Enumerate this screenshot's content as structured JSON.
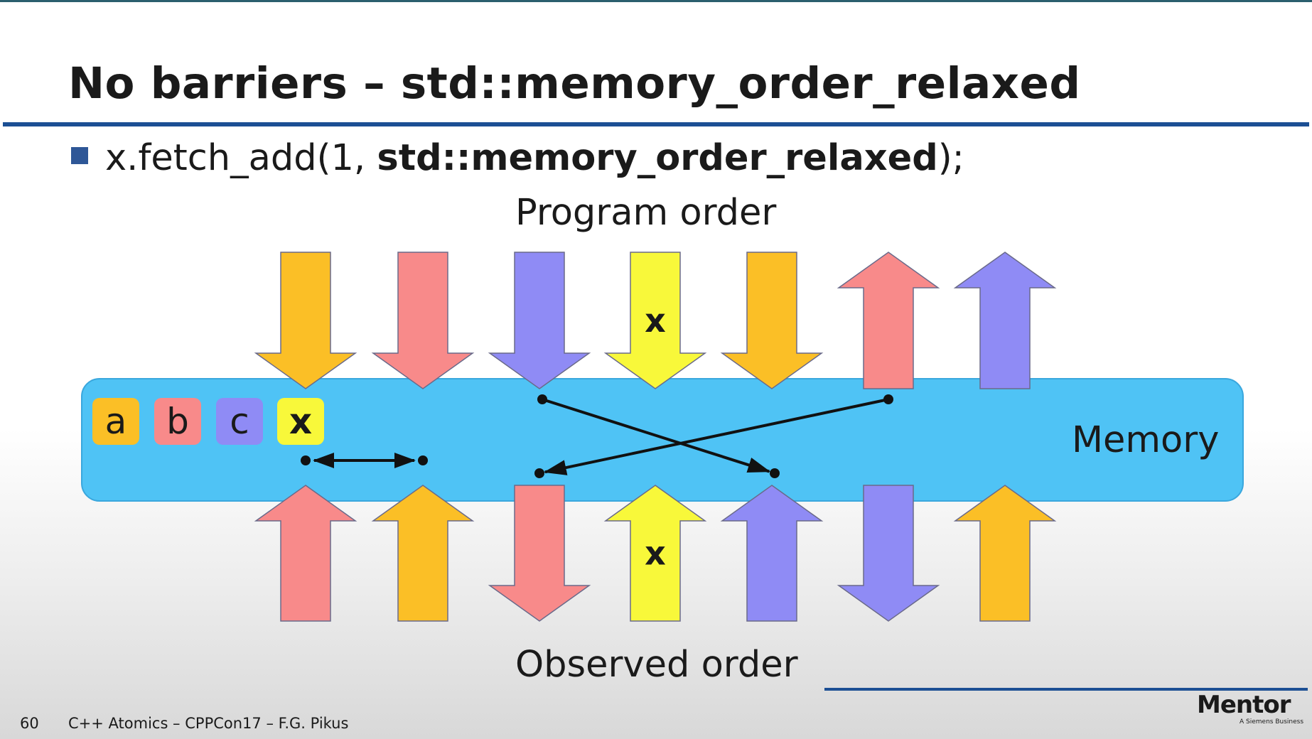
{
  "slide": {
    "title": "No barriers – std::memory_order_relaxed",
    "bullet_plain": "x.fetch_add(1, ",
    "bullet_bold": "std::memory_order_relaxed",
    "bullet_tail": ");",
    "program_order_label": "Program order",
    "observed_order_label": "Observed order",
    "memory_label": "Memory",
    "footer_page": "60",
    "footer_text": "C++ Atomics – CPPCon17 – F.G. Pikus",
    "logo": "Mentor",
    "logo_sub": "A Siemens Business"
  },
  "memory_cells": [
    {
      "label": "a",
      "color": "#fbbf26"
    },
    {
      "label": "b",
      "color": "#f88a8a"
    },
    {
      "label": "c",
      "color": "#8f8bf5"
    },
    {
      "label": "x",
      "color": "#f8f83a"
    }
  ],
  "colors": {
    "orange": "#fbbf26",
    "pink": "#f88a8a",
    "purple": "#8f8bf5",
    "yellow": "#f8f83a",
    "memory": "#4fc3f5",
    "accent_blue": "#1c4f94"
  },
  "program_order": [
    {
      "color": "orange",
      "direction": "down",
      "label": ""
    },
    {
      "color": "pink",
      "direction": "down",
      "label": ""
    },
    {
      "color": "purple",
      "direction": "down",
      "label": ""
    },
    {
      "color": "yellow",
      "direction": "down",
      "label": "x"
    },
    {
      "color": "orange",
      "direction": "down",
      "label": ""
    },
    {
      "color": "pink",
      "direction": "up",
      "label": ""
    },
    {
      "color": "purple",
      "direction": "up",
      "label": ""
    }
  ],
  "observed_order": [
    {
      "color": "pink",
      "direction": "up",
      "label": ""
    },
    {
      "color": "orange",
      "direction": "up",
      "label": ""
    },
    {
      "color": "pink",
      "direction": "down",
      "label": ""
    },
    {
      "color": "yellow",
      "direction": "up",
      "label": "x"
    },
    {
      "color": "purple",
      "direction": "up",
      "label": ""
    },
    {
      "color": "purple",
      "direction": "down",
      "label": ""
    },
    {
      "color": "orange",
      "direction": "up",
      "label": ""
    }
  ],
  "reorderings": [
    {
      "from_slot": 0,
      "to_slot": 1,
      "kind": "swap"
    },
    {
      "from_slot": 2,
      "to_slot": 4,
      "kind": "move"
    },
    {
      "from_slot": 5,
      "to_slot": 2,
      "kind": "move"
    }
  ]
}
